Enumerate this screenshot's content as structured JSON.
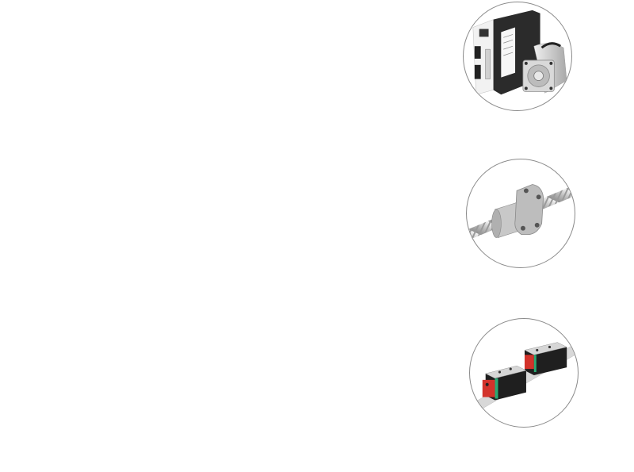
{
  "products": [
    {
      "id": "servo",
      "icon": "servo-motor-drive-icon",
      "colors": {
        "drive_body": "#2b2b2b",
        "drive_front": "#f2f2f2",
        "motor": "#cfcfcf"
      }
    },
    {
      "id": "ballscrew",
      "icon": "ball-screw-icon",
      "colors": {
        "metal_light": "#e6e6e6",
        "metal_dark": "#8f8f8f"
      }
    },
    {
      "id": "linear-guide",
      "icon": "linear-guide-icon",
      "colors": {
        "block": "#1f1f1f",
        "end_cap": "#d3332b",
        "seal": "#2aa873",
        "rail": "#d8d8d8"
      }
    }
  ],
  "circle_border_color": "#8a8a8a"
}
